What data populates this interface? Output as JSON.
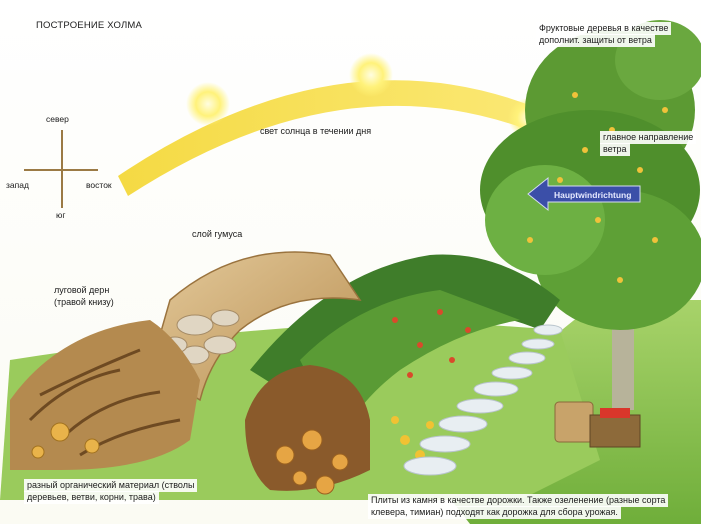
{
  "title": "ПОСТРОЕНИЕ ХОЛМА",
  "compass": {
    "north": "север",
    "west": "запад",
    "east": "восток",
    "south": "юг"
  },
  "labels": {
    "sun_path": "свет солнца в течении дня",
    "humus_layer": "слой гумуса",
    "meadow_turf_line1": "луговой дерн",
    "meadow_turf_line2": "(травой книзу)",
    "organic_material_line1": "разный органический материал (стволы",
    "organic_material_line2": "деревьев, ветви, корни, трава)",
    "fruit_trees_line1": "Фруктовые деревья в качестве",
    "fruit_trees_line2": "дополнит. защиты от ветра",
    "wind_direction_line1": "главное направление",
    "wind_direction_line2": "ветра",
    "wind_arrow_text": "Hauptwindrichtung",
    "stone_path_line1": "Плиты из камня в качестве дорожки. Также озеленение (разные сорта",
    "stone_path_line2": "клевера, тимиан) подходят как дорожка для сбора урожая."
  },
  "colors": {
    "sun_arc": "#f6e04a",
    "sun": "#fff59a",
    "turf": "#c9a66b",
    "soil": "#8a5a2b",
    "grass": "#8cc34a",
    "foliage": "#4f8f2c",
    "wind_arrow": "#3b4fa8",
    "stone": "#e8eef2"
  }
}
